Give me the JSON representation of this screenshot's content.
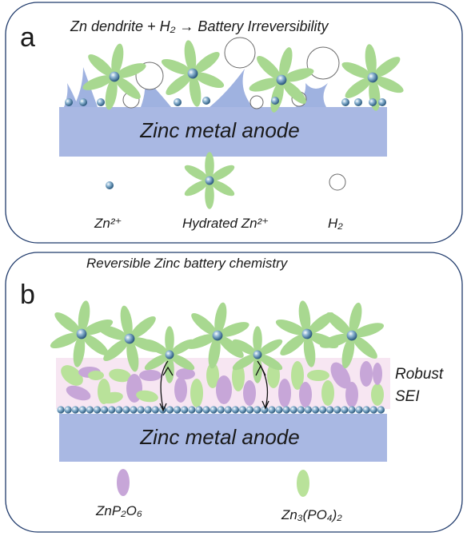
{
  "panel_a": {
    "letter": "a",
    "title": "Zn dendrite + H₂ → Battery Irreversibility",
    "anode_label": "Zinc metal anode",
    "legend": {
      "zn_ion": "Zn²⁺",
      "hydrated": "Hydrated Zn²⁺",
      "h2": "H₂"
    }
  },
  "panel_b": {
    "letter": "b",
    "title": "Reversible Zinc battery chemistry",
    "anode_label": "Zinc metal anode",
    "sei_label_line1": "Robust",
    "sei_label_line2": "SEI",
    "legend": {
      "purple": "ZnP₂O₆",
      "green": "Zn₃(PO₄)₂"
    }
  },
  "colors": {
    "anode": "#a9b8e3",
    "dendrite": "#9fb2e0",
    "petal": "#a8d890",
    "ion": "#4a7fa8",
    "purple_grain": "#c7a6d8",
    "green_grain": "#b9e29a",
    "sei_bg": "#f7e6f2",
    "panel_border": "#1f3a6b"
  }
}
